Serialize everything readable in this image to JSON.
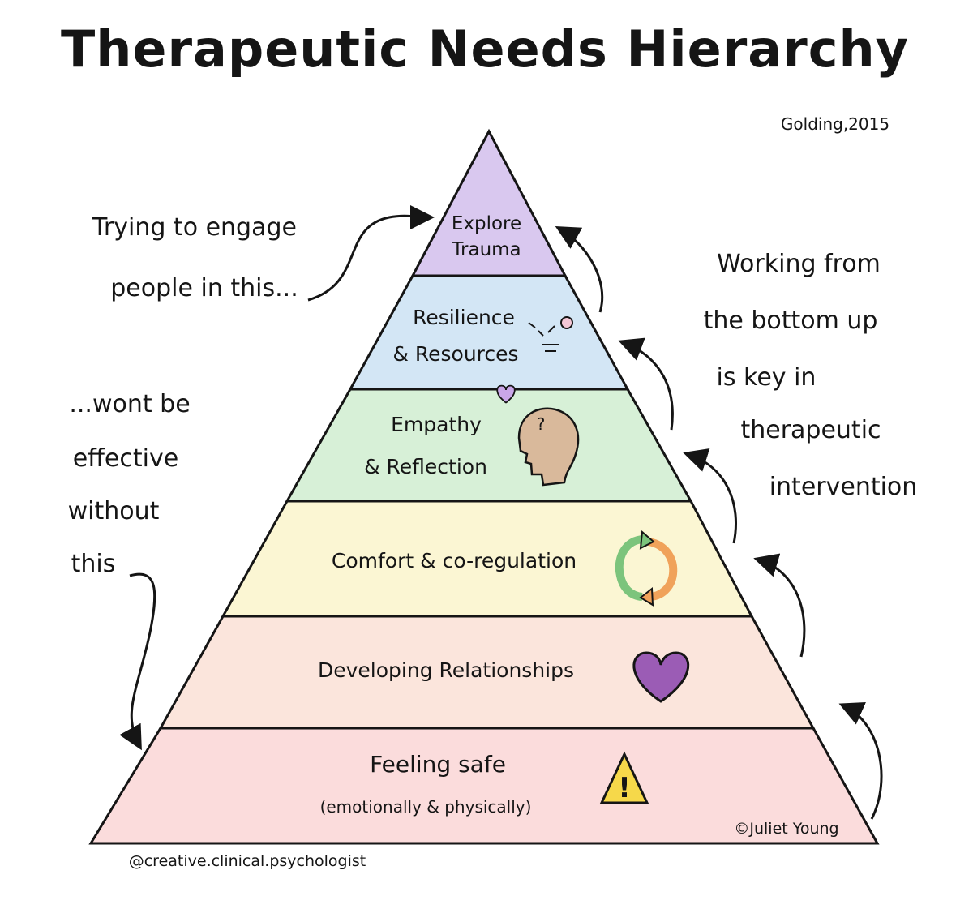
{
  "title": "Therapeutic Needs Hierarchy",
  "citation": "Golding,2015",
  "tiers": [
    {
      "label_lines": [
        "Explore",
        "Trauma"
      ],
      "color": "#d9c8ef"
    },
    {
      "label_lines": [
        "Resilience",
        "& Resources"
      ],
      "color": "#d3e6f5"
    },
    {
      "label_lines": [
        "Empathy",
        "& Reflection"
      ],
      "color": "#d7f0d7"
    },
    {
      "label_lines": [
        "Comfort & co-regulation"
      ],
      "color": "#fbf6d3"
    },
    {
      "label_lines": [
        "Developing Relationships"
      ],
      "color": "#fbe5dc"
    },
    {
      "label_lines": [
        "Feeling safe",
        "(emotionally & physically)"
      ],
      "color": "#fbdcdc"
    }
  ],
  "left_notes": {
    "top": [
      "Trying to engage",
      "people in this..."
    ],
    "bottom": [
      "...wont be",
      "effective",
      "without",
      "this"
    ]
  },
  "right_note": [
    "Working from",
    "the bottom up",
    "is key in",
    "therapeutic",
    "intervention"
  ],
  "credit_juliet": "©Juliet Young",
  "credit_handle": "@creative.clinical.psychologist",
  "icons": {
    "brain_symbols": "?",
    "warning_symbol": "!"
  },
  "colors": {
    "heart": "#9b5cb5",
    "cycle_green": "#7cc47c",
    "cycle_orange": "#f0a25a",
    "warning_fill": "#f6d84a",
    "head": "#d9b99b"
  }
}
